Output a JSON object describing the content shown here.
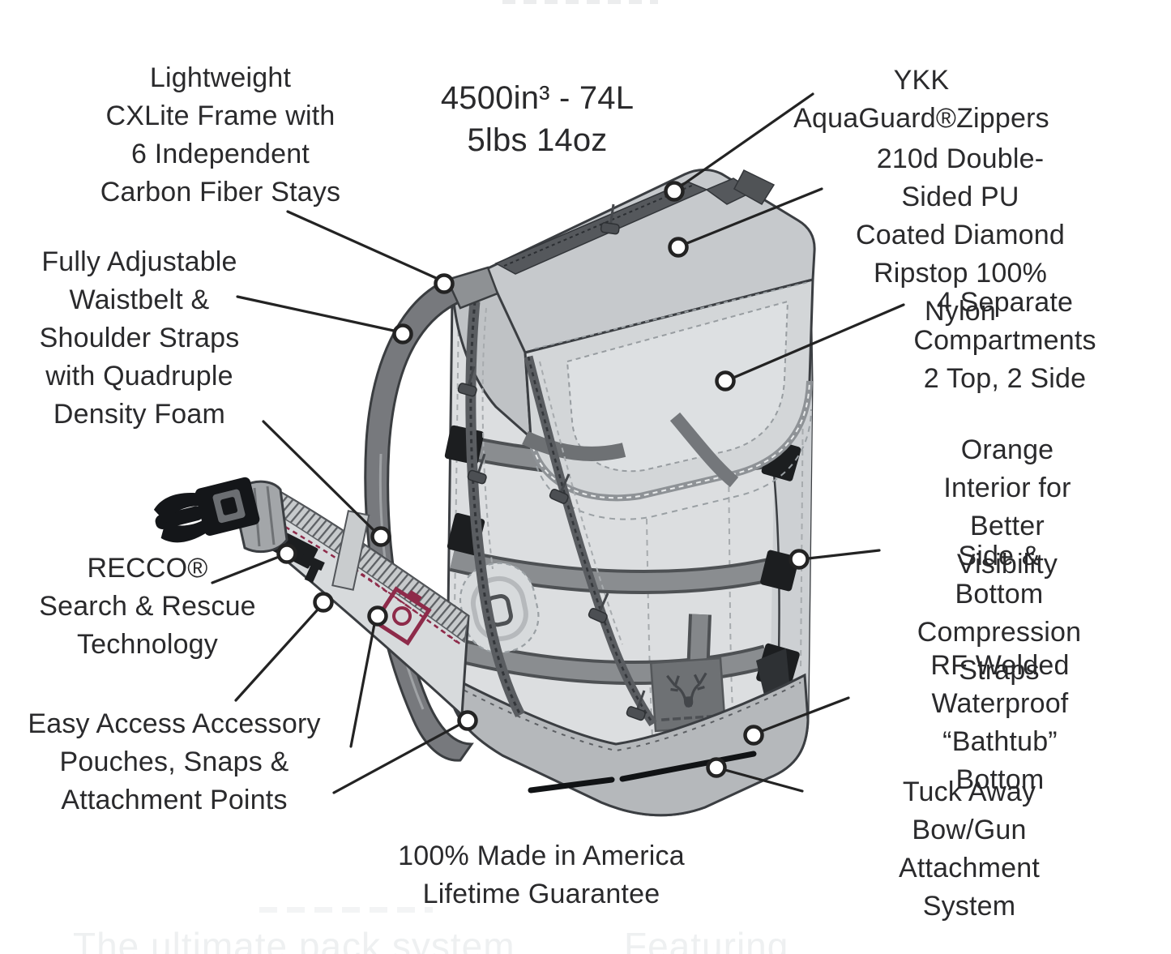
{
  "figure": {
    "type": "product-feature-diagram",
    "subject": "hunting backpack"
  },
  "specs": {
    "capacity_weight": "4500in³ - 74L\n5lbs 14oz"
  },
  "labels": {
    "frame": "Lightweight\nCXLite Frame with\n6 Independent\nCarbon Fiber Stays",
    "zippers": "YKK AquaGuard®Zippers",
    "fabric": "210d Double-Sided PU\nCoated Diamond\nRipstop 100% Nylon",
    "harness": "Fully Adjustable\nWaistbelt &\nShoulder Straps\nwith Quadruple\nDensity Foam",
    "compartments": "4 Separate\nCompartments\n2 Top, 2 Side",
    "interior": "Orange Interior for\nBetter Visibility",
    "recco": "RECCO®\nSearch & Rescue\nTechnology",
    "compression": "Side & Bottom\nCompression Straps",
    "bathtub": "RF Welded Waterproof\n“Bathtub” Bottom",
    "accessory": "Easy Access Accessory\nPouches, Snaps &\nAttachment Points",
    "bow_gun": "Tuck Away Bow/Gun\nAttachment System",
    "made_in_america": "100% Made in America\nLifetime Guarantee"
  },
  "faint": {
    "fragment1": "The ultimate pack system",
    "fragment2": "Featuring"
  },
  "colors": {
    "text": "#2a2a2c",
    "leader_line": "#232323",
    "accent_maroon": "#8e2b4a",
    "pack_body": "#dcdee0",
    "pack_lid": "#d3d6d8",
    "pack_bottom": "#b5b8bb",
    "strap_dark": "#77797d"
  }
}
